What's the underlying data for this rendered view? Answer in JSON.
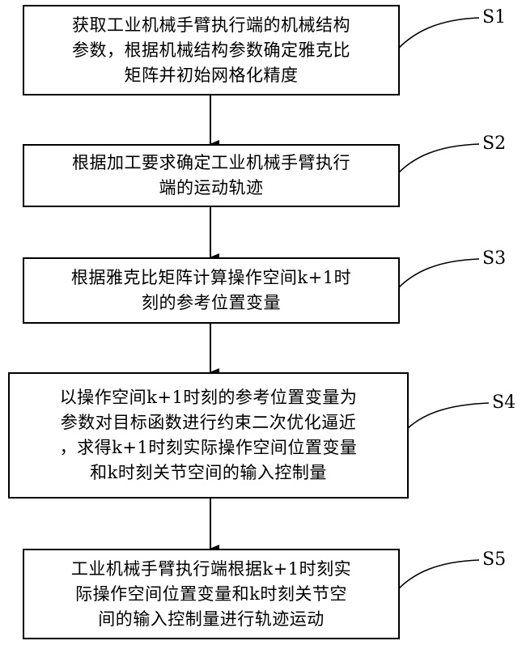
{
  "flowchart": {
    "steps": [
      {
        "id": "S1",
        "label": "S1",
        "text": "获取工业机械手臂执行端的机械结构\n参数，根据机械结构参数确定雅克比\n矩阵并初始网格化精度"
      },
      {
        "id": "S2",
        "label": "S2",
        "text": "根据加工要求确定工业机械手臂执行\n端的运动轨迹"
      },
      {
        "id": "S3",
        "label": "S3",
        "text": "根据雅克比矩阵计算操作空间k+1时\n刻的参考位置变量"
      },
      {
        "id": "S4",
        "label": "S4",
        "text": "以操作空间k+1时刻的参考位置变量为\n参数对目标函数进行约束二次优化逼近\n，求得k+1时刻实际操作空间位置变量\n和k时刻关节空间的输入控制量"
      },
      {
        "id": "S5",
        "label": "S5",
        "text": "工业机械手臂执行端根据k+1时刻实\n际操作空间位置变量和k时刻关节空\n间的输入控制量进行轨迹运动"
      }
    ],
    "colors": {
      "line": "#000000",
      "box_border": "#000000",
      "background": "#ffffff"
    }
  }
}
